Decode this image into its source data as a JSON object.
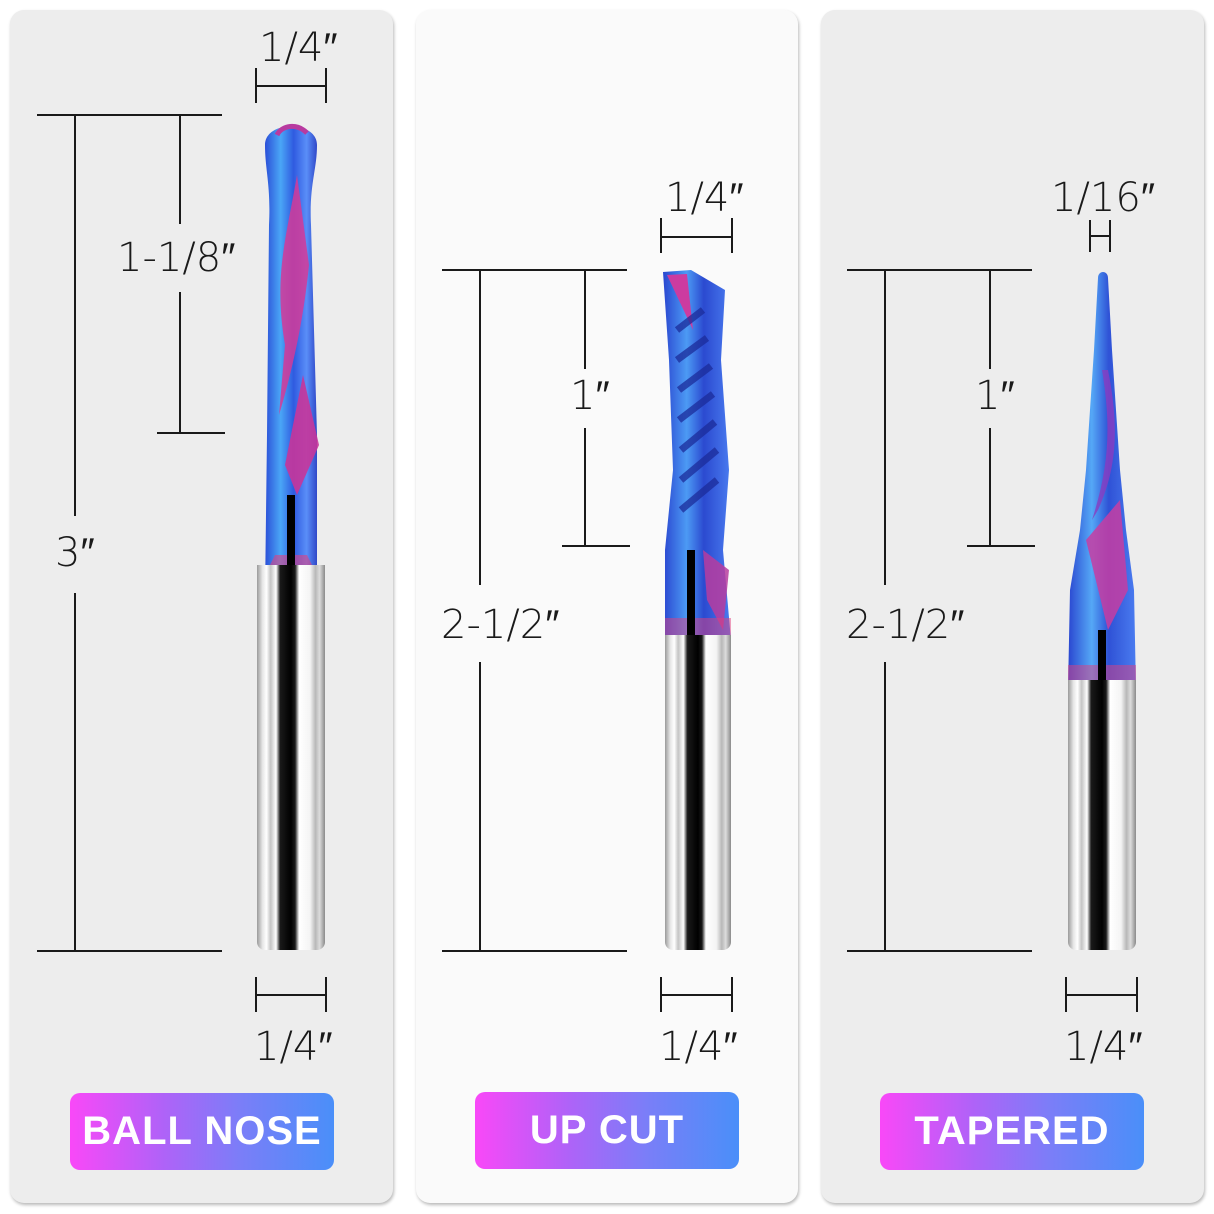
{
  "panels": [
    {
      "name": "ball-nose",
      "badge": "BALL NOSE",
      "tip_width": "1/4″",
      "cut_length": "1-1/8″",
      "overall_length": "3″",
      "shank_diameter": "1/4″",
      "background": "#ededed"
    },
    {
      "name": "up-cut",
      "badge": "UP CUT",
      "tip_width": "1/4″",
      "cut_length": "1″",
      "overall_length": "2-1/2″",
      "shank_diameter": "1/4″",
      "background": "#fafafa"
    },
    {
      "name": "tapered",
      "badge": "TAPERED",
      "tip_width": "1/16″",
      "cut_length": "1″",
      "overall_length": "2-1/2″",
      "shank_diameter": "1/4″",
      "background": "#ededed"
    }
  ],
  "colors": {
    "badge_gradient_start": "#f948f8",
    "badge_gradient_end": "#4a8ff9",
    "coating_blue": "#3d6ff0",
    "coating_magenta": "#d8389a",
    "line": "#1a1a1a"
  }
}
